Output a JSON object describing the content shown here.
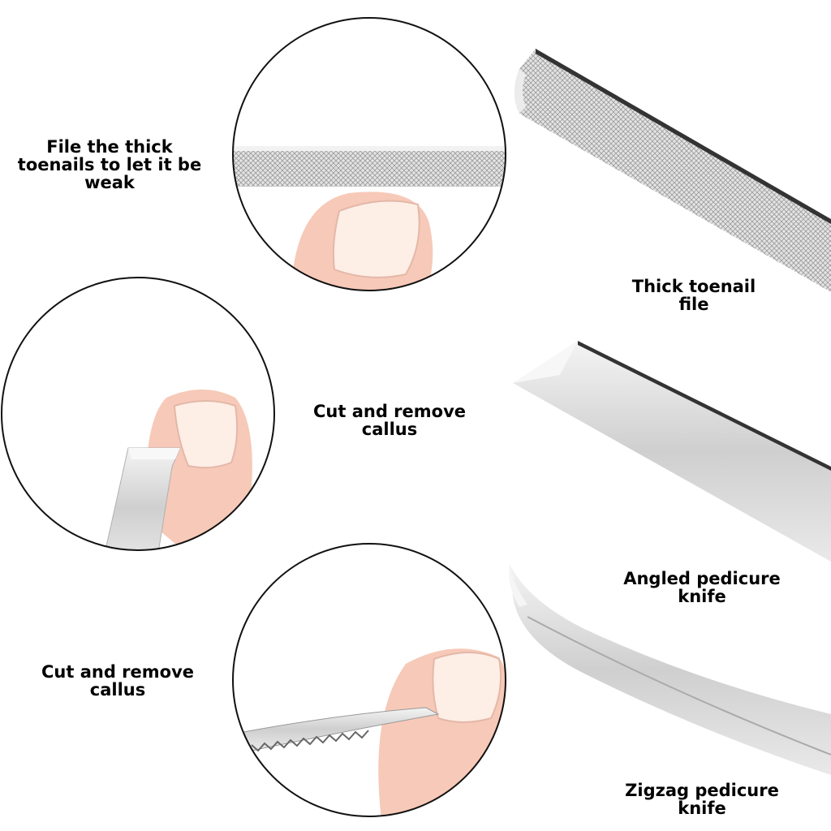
{
  "left_labels": {
    "file": [
      "File the thick",
      "toenails to let it be",
      "weak"
    ],
    "cut_mid": [
      "Cut and remove",
      "callus"
    ],
    "cut_low": [
      "Cut and remove",
      "callus"
    ]
  },
  "right_labels": {
    "file": [
      "Thick toenail",
      "file"
    ],
    "angled": [
      "Angled pedicure",
      "knife"
    ],
    "zigzag": [
      "Zigzag pedicure",
      "knife"
    ]
  },
  "colors": {
    "skin": "#f7c9b8",
    "nail": "#fdeee6",
    "steel": "#d9d9d9",
    "outline": "#111111"
  }
}
